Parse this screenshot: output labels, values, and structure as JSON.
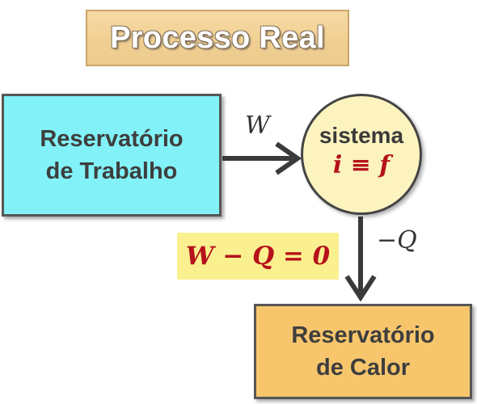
{
  "title": "Processo Real",
  "work_reservoir": {
    "line1": "Reservatório",
    "line2": "de Trabalho"
  },
  "system": {
    "label": "sistema",
    "state": "i ≡ f"
  },
  "heat_reservoir": {
    "line1": "Reservatório",
    "line2": "de Calor"
  },
  "arrow_labels": {
    "work": "W",
    "heat": "−Q"
  },
  "equation": "W − Q = 0",
  "colors": {
    "title_background": "#f1cf92",
    "work_reservoir": "#82f2f8",
    "system": "#fcf3bf",
    "heat_reservoir": "#f7c66c",
    "equation_background": "#fbf08f",
    "emphasis_text": "#b5121b"
  }
}
